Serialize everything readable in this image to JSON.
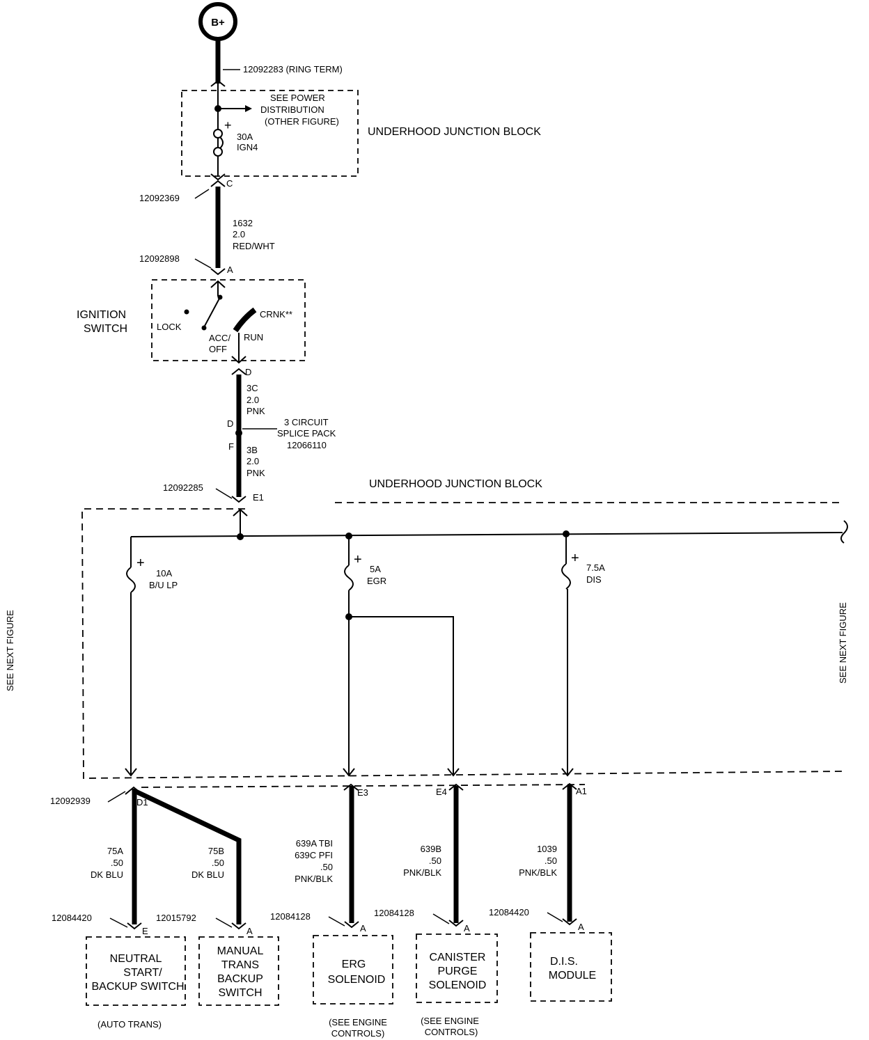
{
  "source": {
    "label": "B+"
  },
  "top_connector": {
    "part": "12092283 (RING TERM)"
  },
  "ujb_top": {
    "title": "UNDERHOOD JUNCTION BLOCK",
    "see_power_lines": [
      "SEE POWER",
      "DISTRIBUTION",
      "(OTHER FIGURE)"
    ],
    "fuse_rating": "30A",
    "fuse_name": "IGN4",
    "pin": "C"
  },
  "c_connector": {
    "part": "12092369"
  },
  "wire_1632": {
    "lines": [
      "1632",
      "2.0",
      "RED/WHT"
    ]
  },
  "a_connector": {
    "part": "12092898",
    "pin": "A"
  },
  "ignition_switch": {
    "title_lines": [
      "IGNITION",
      "SWITCH"
    ],
    "lock": "LOCK",
    "acc": "ACC/",
    "off": "OFF",
    "crank": "CRNK**",
    "run": "RUN",
    "pin": "D"
  },
  "wire_3c": {
    "pin": "D",
    "lines": [
      "3C",
      "2.0",
      "PNK"
    ]
  },
  "splice": {
    "lines": [
      "3 CIRCUIT",
      "SPLICE PACK",
      "12066110"
    ]
  },
  "wire_3b": {
    "pin": "F",
    "lines": [
      "3B",
      "2.0",
      "PNK"
    ]
  },
  "e1_connector": {
    "part": "12092285",
    "pin": "E1"
  },
  "ujb_bottom": {
    "title": "UNDERHOOD JUNCTION BLOCK"
  },
  "fuses": [
    {
      "rating": "10A",
      "name": "B/U LP"
    },
    {
      "rating": "5A",
      "name": "EGR"
    },
    {
      "rating": "7.5A",
      "name": "DIS"
    }
  ],
  "side_labels": {
    "left": "SEE NEXT FIGURE",
    "right": "SEE NEXT FIGURE"
  },
  "bottom_connectors": {
    "d1_part": "12092939",
    "d1_pin": "D1",
    "e3_pin": "E3",
    "e4_pin": "E4",
    "a1_pin": "A1"
  },
  "circuits": {
    "c75a": [
      "75A",
      ".50",
      "DK BLU"
    ],
    "c75b": [
      "75B",
      ".50",
      "DK BLU"
    ],
    "c639a": [
      "639A TBI",
      "639C PFI",
      ".50",
      "PNK/BLK"
    ],
    "c639b": [
      "639B",
      ".50",
      "PNK/BLK"
    ],
    "c1039": [
      "1039",
      ".50",
      "PNK/BLK"
    ]
  },
  "comp_connectors": [
    {
      "part": "12084420",
      "pin": "E"
    },
    {
      "part": "12015792",
      "pin": "A"
    },
    {
      "part": "12084128",
      "pin": "A"
    },
    {
      "part": "12084128",
      "pin": "A"
    },
    {
      "part": "12084420",
      "pin": "A"
    }
  ],
  "components": [
    {
      "lines": [
        "NEUTRAL",
        "START/",
        "BACKUP SWITCH"
      ],
      "note": [
        "(AUTO TRANS)"
      ]
    },
    {
      "lines": [
        "MANUAL",
        "TRANS",
        "BACKUP",
        "SWITCH"
      ],
      "note": []
    },
    {
      "lines": [
        "ERG",
        "SOLENOID"
      ],
      "note": [
        "(SEE ENGINE",
        "CONTROLS)"
      ]
    },
    {
      "lines": [
        "CANISTER",
        "PURGE",
        "SOLENOID"
      ],
      "note": [
        "(SEE ENGINE",
        "CONTROLS)"
      ]
    },
    {
      "lines": [
        "D.I.S.",
        "MODULE"
      ],
      "note": []
    }
  ]
}
